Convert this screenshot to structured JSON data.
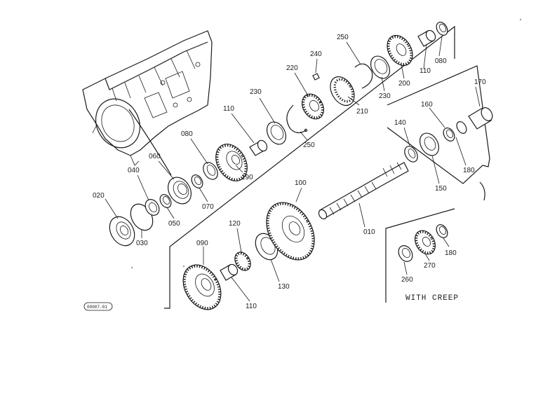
{
  "diagram": {
    "caption": "WITH CREEP",
    "drawing_code": "00007-01",
    "callouts": [
      {
        "id": "010",
        "label": "010"
      },
      {
        "id": "020",
        "label": "020"
      },
      {
        "id": "030",
        "label": "030"
      },
      {
        "id": "040",
        "label": "040"
      },
      {
        "id": "050",
        "label": "050"
      },
      {
        "id": "060",
        "label": "060"
      },
      {
        "id": "070",
        "label": "070"
      },
      {
        "id": "080a",
        "label": "080"
      },
      {
        "id": "080b",
        "label": "080"
      },
      {
        "id": "090",
        "label": "090"
      },
      {
        "id": "100",
        "label": "100"
      },
      {
        "id": "110a",
        "label": "110"
      },
      {
        "id": "110b",
        "label": "110"
      },
      {
        "id": "110c",
        "label": "110"
      },
      {
        "id": "120",
        "label": "120"
      },
      {
        "id": "130",
        "label": "130"
      },
      {
        "id": "140",
        "label": "140"
      },
      {
        "id": "150",
        "label": "150"
      },
      {
        "id": "160",
        "label": "160"
      },
      {
        "id": "170",
        "label": "170"
      },
      {
        "id": "180a",
        "label": "180"
      },
      {
        "id": "180b",
        "label": "180"
      },
      {
        "id": "190",
        "label": "190"
      },
      {
        "id": "200",
        "label": "200"
      },
      {
        "id": "210",
        "label": "210"
      },
      {
        "id": "220",
        "label": "220"
      },
      {
        "id": "230a",
        "label": "230"
      },
      {
        "id": "230b",
        "label": "230"
      },
      {
        "id": "240",
        "label": "240"
      },
      {
        "id": "250a",
        "label": "250"
      },
      {
        "id": "250b",
        "label": "250"
      },
      {
        "id": "260",
        "label": "260"
      },
      {
        "id": "270",
        "label": "270"
      }
    ]
  }
}
